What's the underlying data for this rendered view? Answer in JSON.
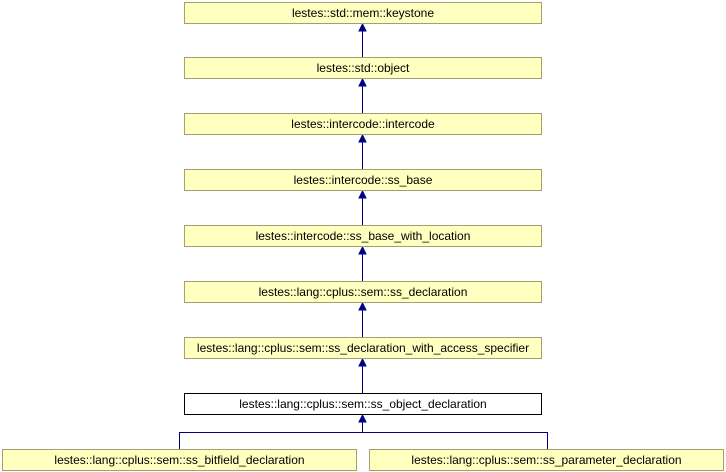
{
  "diagram": {
    "chain": [
      "lestes::std::mem::keystone",
      "lestes::std::object",
      "lestes::intercode::intercode",
      "lestes::intercode::ss_base",
      "lestes::intercode::ss_base_with_location",
      "lestes::lang::cplus::sem::ss_declaration",
      "lestes::lang::cplus::sem::ss_declaration_with_access_specifier"
    ],
    "current": "lestes::lang::cplus::sem::ss_object_declaration",
    "children": [
      "lestes::lang::cplus::sem::ss_bitfield_declaration",
      "lestes::lang::cplus::sem::ss_parameter_declaration"
    ],
    "colors": {
      "node_fill": "#ffffc0",
      "edge": "#000080"
    }
  }
}
